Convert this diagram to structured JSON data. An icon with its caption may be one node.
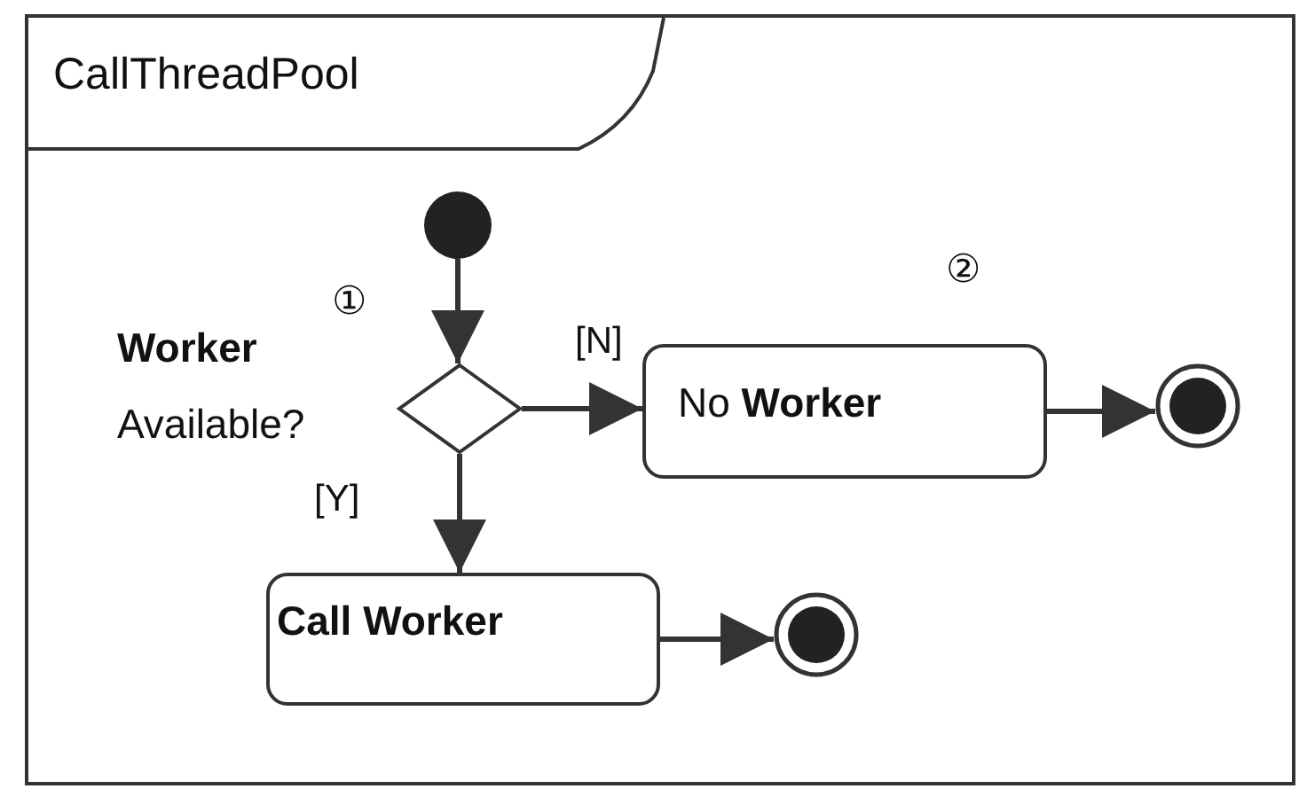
{
  "diagram": {
    "nodes": [
      {
        "text": [
          "CallThreadPool"
        ]
      },
      {
        "text": [],
        "shape": "circle",
        "in": 0
      },
      {
        "text": [],
        "shape": "diamond",
        "in": 0,
        "beside": [
          "**Worker** Available?"
        ]
      },
      {
        "text": [
          "No **Worker**"
        ],
        "in": 0
      },
      {
        "text": [],
        "shape": "circle",
        "in": 0
      },
      {
        "text": [
          "Call Worker"
        ],
        "in": 0
      },
      {
        "text": [],
        "shape": "circle",
        "in": 0
      }
    ],
    "edges": [
      {
        "from": 1,
        "to": 2,
        "arrow": "to"
      },
      {
        "from": 2,
        "to": 3,
        "arrow": "to",
        "label": "[N]"
      },
      {
        "from": 3,
        "to": 4,
        "arrow": "to"
      },
      {
        "from": 2,
        "to": 5,
        "arrow": "to",
        "label": "[Y]"
      },
      {
        "from": 5,
        "to": 6,
        "arrow": "to"
      }
    ],
    "labels": [
      "①",
      "②"
    ]
  }
}
